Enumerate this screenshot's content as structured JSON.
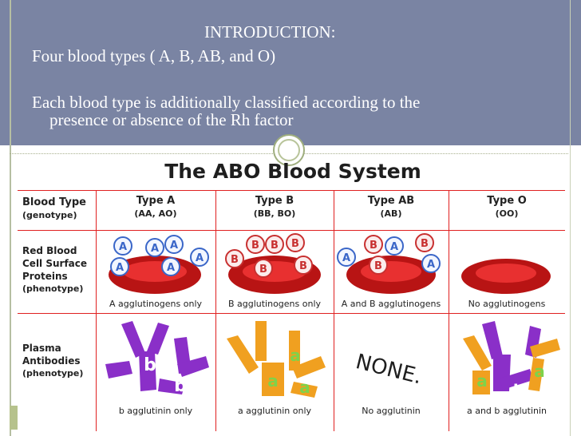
{
  "slide": {
    "heading": "INTRODUCTION:",
    "line1": "Four blood types ( A, B, AB, and O)",
    "line2a": "Each blood type is additionally classified according to the",
    "line2b": "presence or absence of the Rh factor"
  },
  "chart": {
    "title": "The ABO Blood System",
    "corner_label_1": "Blood Type",
    "corner_label_2": "(genotype)",
    "row2_label": [
      "Red Blood",
      "Cell Surface",
      "Proteins",
      "(phenotype)"
    ],
    "row3_label": [
      "Plasma",
      "Antibodies",
      "(phenotype)"
    ],
    "columns": [
      {
        "type": "Type A",
        "genotype": "(AA, AO)",
        "surface": "A agglutinogens only",
        "plasma": "b agglutinin only"
      },
      {
        "type": "Type B",
        "genotype": "(BB, BO)",
        "surface": "B agglutinogens only",
        "plasma": "a agglutinin only"
      },
      {
        "type": "Type AB",
        "genotype": "(AB)",
        "surface": "A and B agglutinogens",
        "plasma": "No agglutinin"
      },
      {
        "type": "Type O",
        "genotype": "(OO)",
        "surface": "No agglutinogens",
        "plasma": "a and b agglutinin"
      }
    ],
    "none_text": "NONE.",
    "antigen_a": "A",
    "antigen_b": "B",
    "antibody_a": "a",
    "antibody_b": "b",
    "colors": {
      "cell_red": "#d01818",
      "antigen_blue": "#3a66c8",
      "antigen_red": "#c83030",
      "antibody_purple": "#8a2fc8",
      "antibody_orange": "#f0a020",
      "grid_red": "#e02020"
    }
  }
}
